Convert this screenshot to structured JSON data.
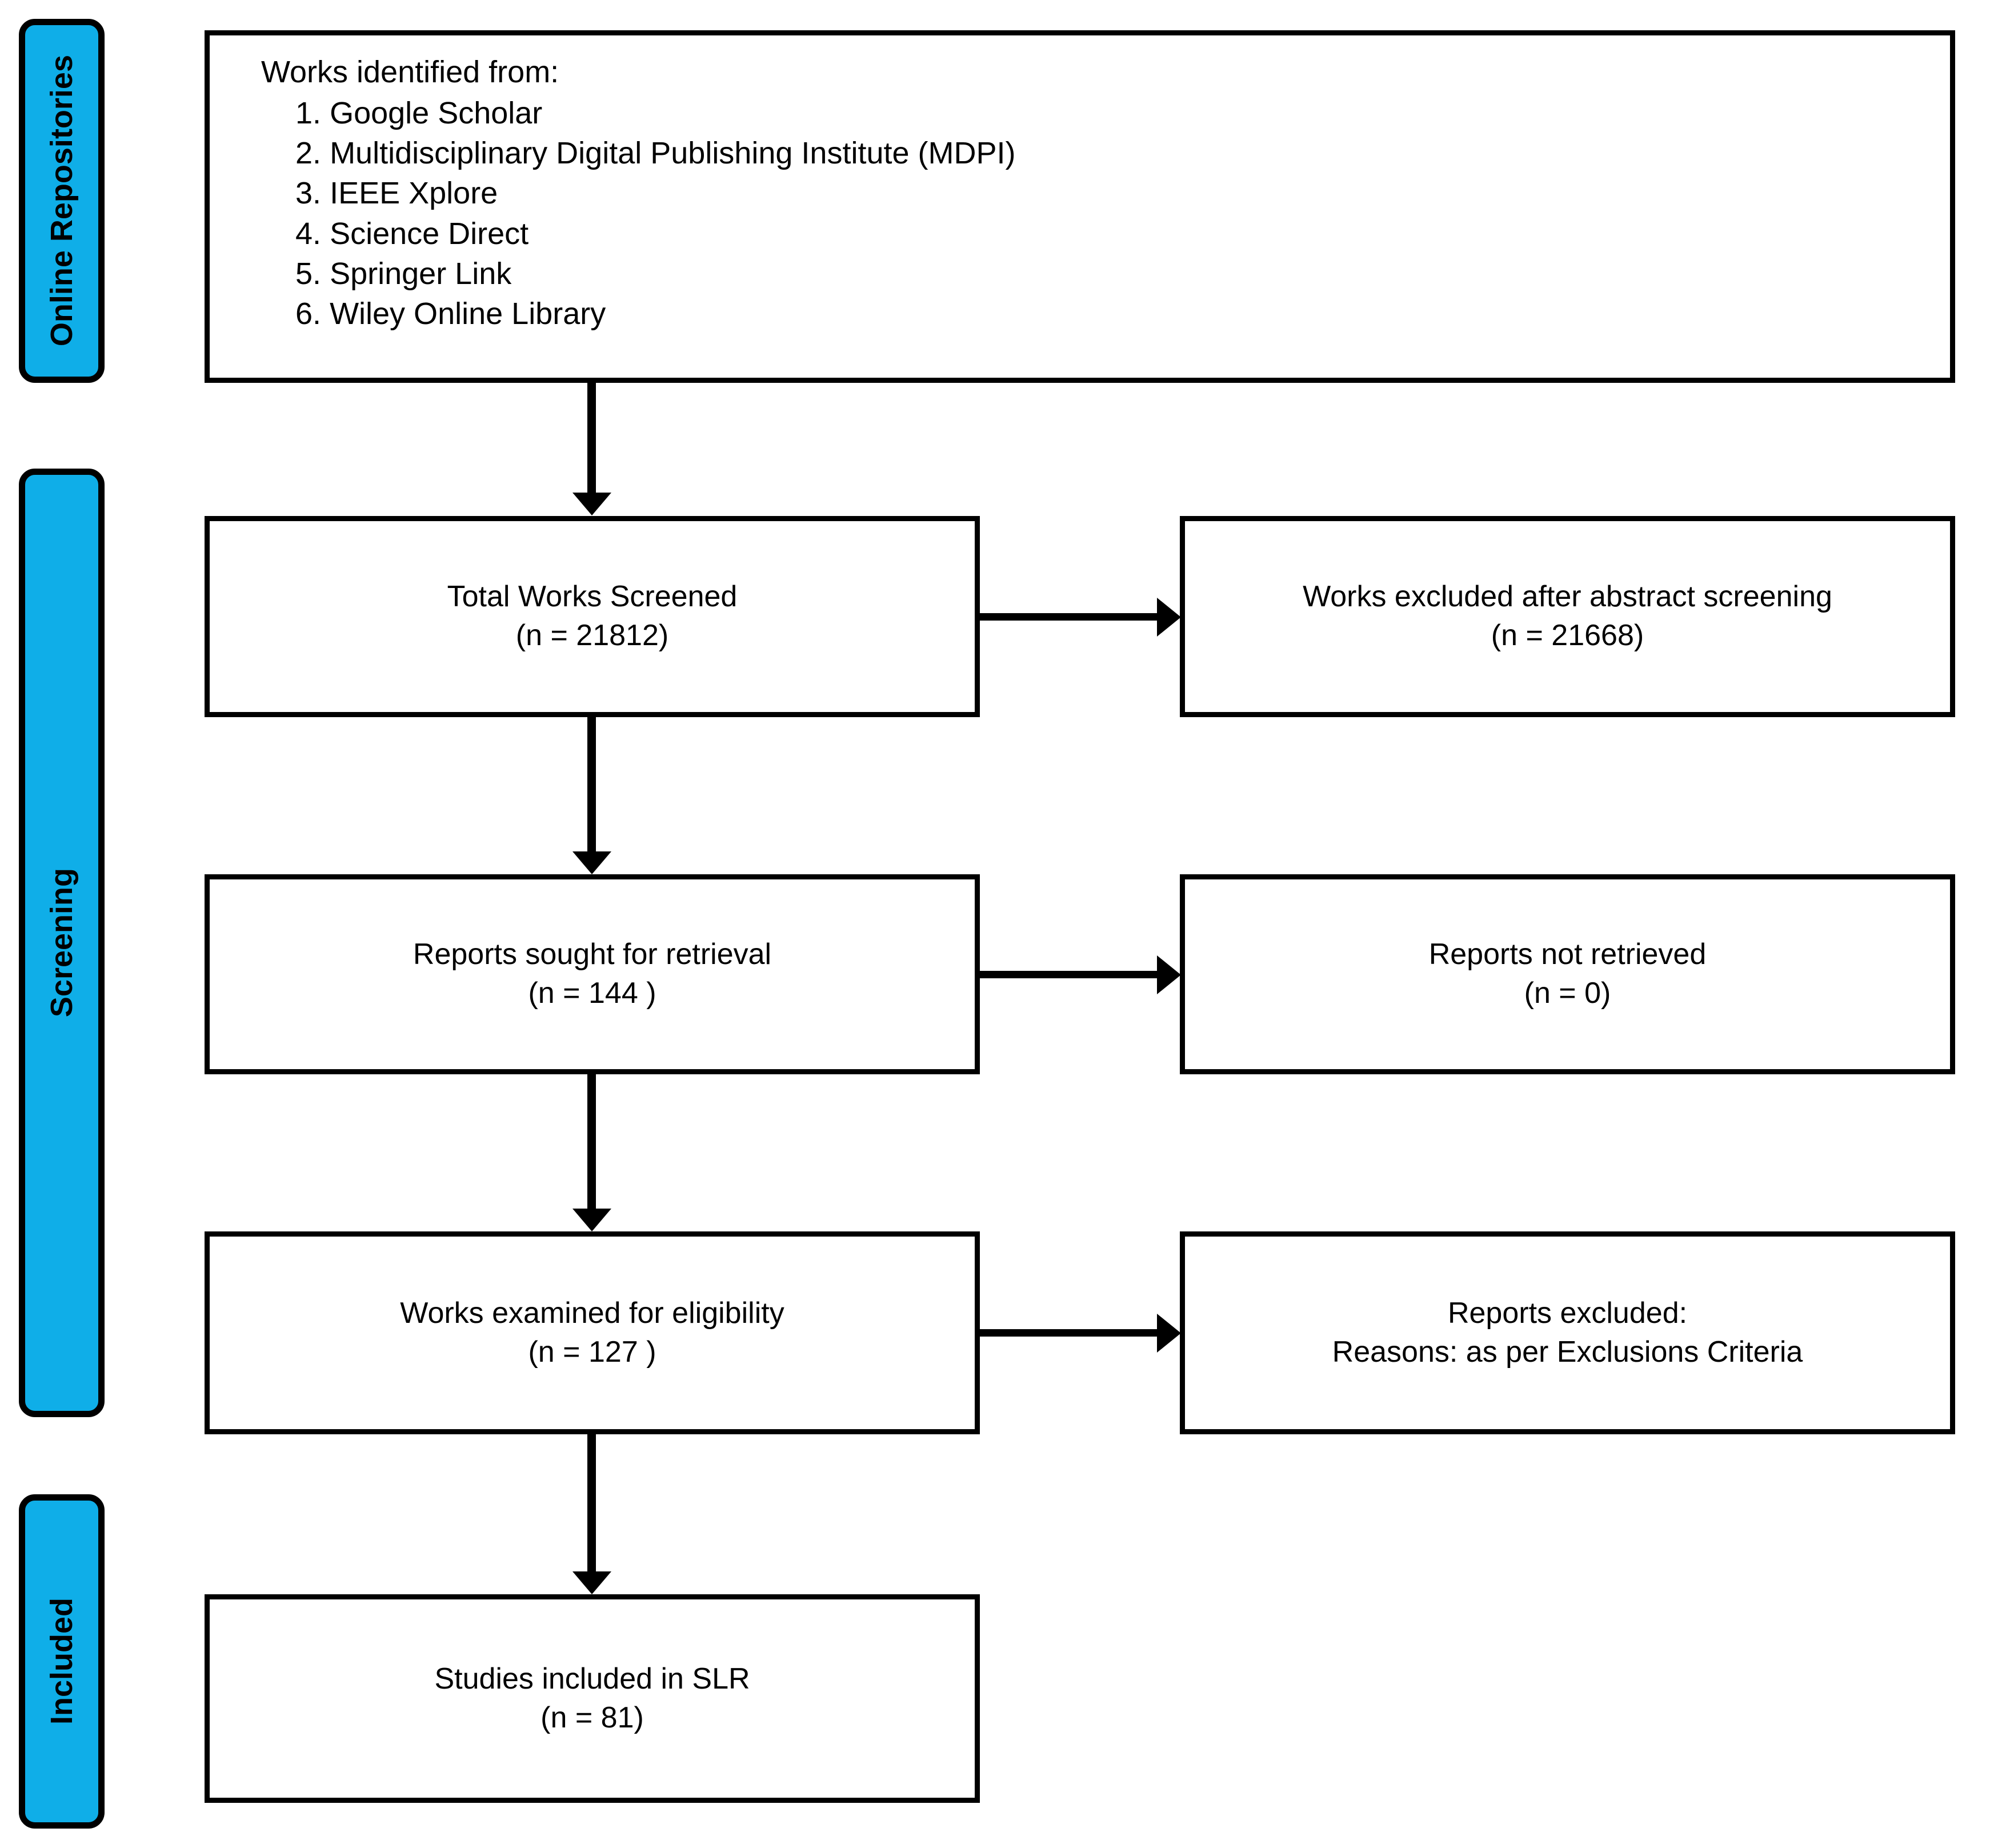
{
  "diagram": {
    "type": "prisma-flow-diagram",
    "accent_color": "#0FAEE8",
    "border_color": "#000000",
    "background_color": "#FFFFFF"
  },
  "stages": [
    {
      "id": "identification",
      "label": "Online Repositories"
    },
    {
      "id": "screening",
      "label": "Screening"
    },
    {
      "id": "included",
      "label": "Included"
    }
  ],
  "boxes": {
    "sources": {
      "title": "Works identified from:",
      "items": [
        "Google Scholar",
        "Multidisciplinary Digital Publishing Institute (MDPI)",
        "IEEE Xplore",
        "Science Direct",
        "Springer Link",
        "Wiley Online Library"
      ]
    },
    "screened": {
      "line1": "Total Works Screened",
      "line2": "(n = 21812)",
      "count": 21812
    },
    "excluded_abstract": {
      "line1": "Works excluded after abstract screening",
      "line2": "(n = 21668)",
      "count": 21668
    },
    "sought": {
      "line1": "Reports sought for retrieval",
      "line2": "(n = 144 )",
      "count": 144
    },
    "not_retrieved": {
      "line1": "Reports not retrieved",
      "line2": "(n = 0)",
      "count": 0
    },
    "eligibility": {
      "line1": "Works examined for eligibility",
      "line2": "(n = 127 )",
      "count": 127
    },
    "excluded_reports": {
      "line1": "Reports excluded:",
      "line2": "Reasons: as per Exclusions Criteria"
    },
    "included": {
      "line1": "Studies included in SLR",
      "line2": "(n = 81)",
      "count": 81
    }
  }
}
